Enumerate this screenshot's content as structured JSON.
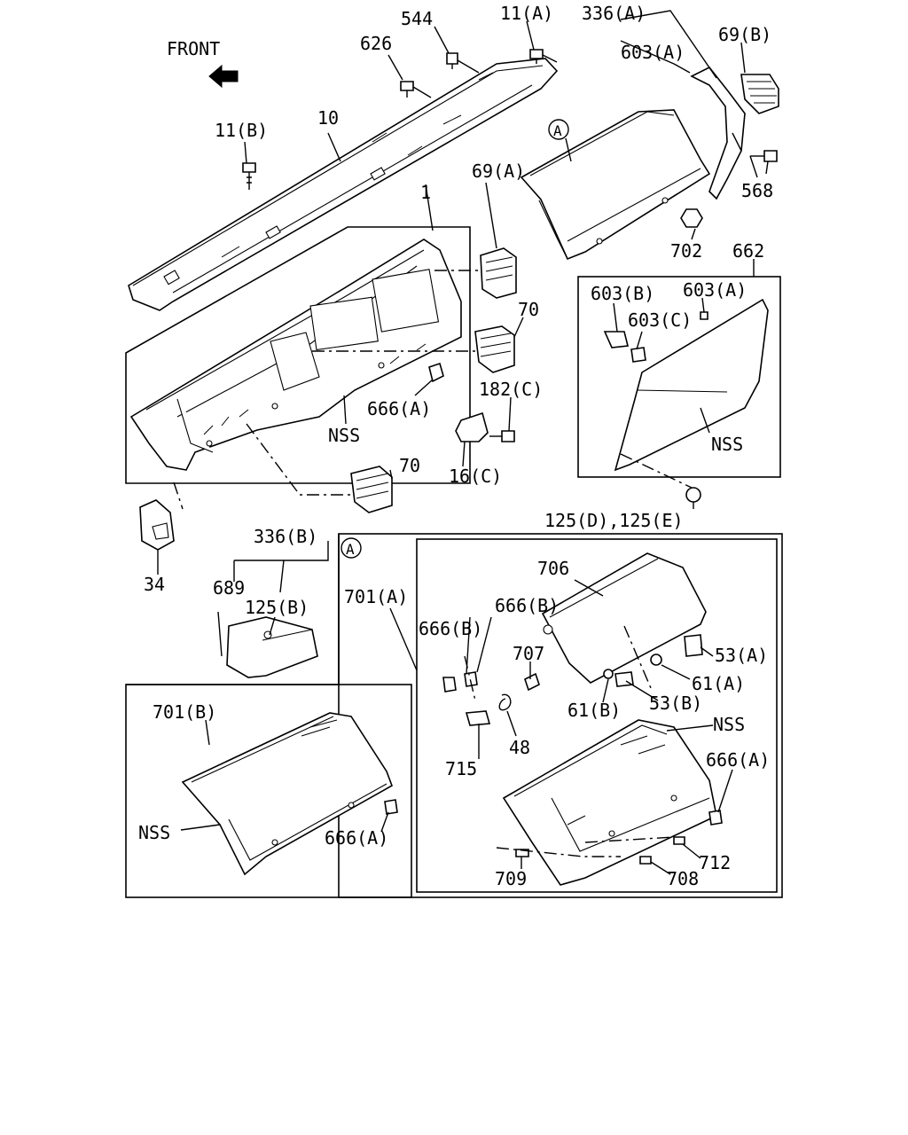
{
  "front_label": "FRONT",
  "callouts": {
    "p544": "544",
    "p11A": "11(A)",
    "p336A": "336(A)",
    "p626": "626",
    "p603A_top": "603(A)",
    "p69B": "69(B)",
    "p11B": "11(B)",
    "p10": "10",
    "circleA_top": "A",
    "p568": "568",
    "p69A": "69(A)",
    "p1": "1",
    "p702": "702",
    "p662": "662",
    "p603B": "603(B)",
    "p603A_box": "603(A)",
    "p603C": "603(C)",
    "p70_upper": "70",
    "p666A_main": "666(A)",
    "p182C": "182(C)",
    "nss_main": "NSS",
    "nss_panel": "NSS",
    "p70_lower": "70",
    "p16C": "16(C)",
    "p125DE": "125(D),125(E)",
    "p34": "34",
    "p336B": "336(B)",
    "circleA_box": "A",
    "p689": "689",
    "p125B": "125(B)",
    "p701A": "701(A)",
    "p706": "706",
    "p666B_left": "666(B)",
    "p666B_right": "666(B)",
    "p707": "707",
    "p53A": "53(A)",
    "p61A": "61(A)",
    "p61B": "61(B)",
    "p53B": "53(B)",
    "p701B": "701(B)",
    "nss_glove": "NSS",
    "p715": "715",
    "p48": "48",
    "p666A_glove": "666(A)",
    "nss_left": "NSS",
    "p666A_left": "666(A)",
    "p712": "712",
    "p709": "709",
    "p708": "708"
  }
}
